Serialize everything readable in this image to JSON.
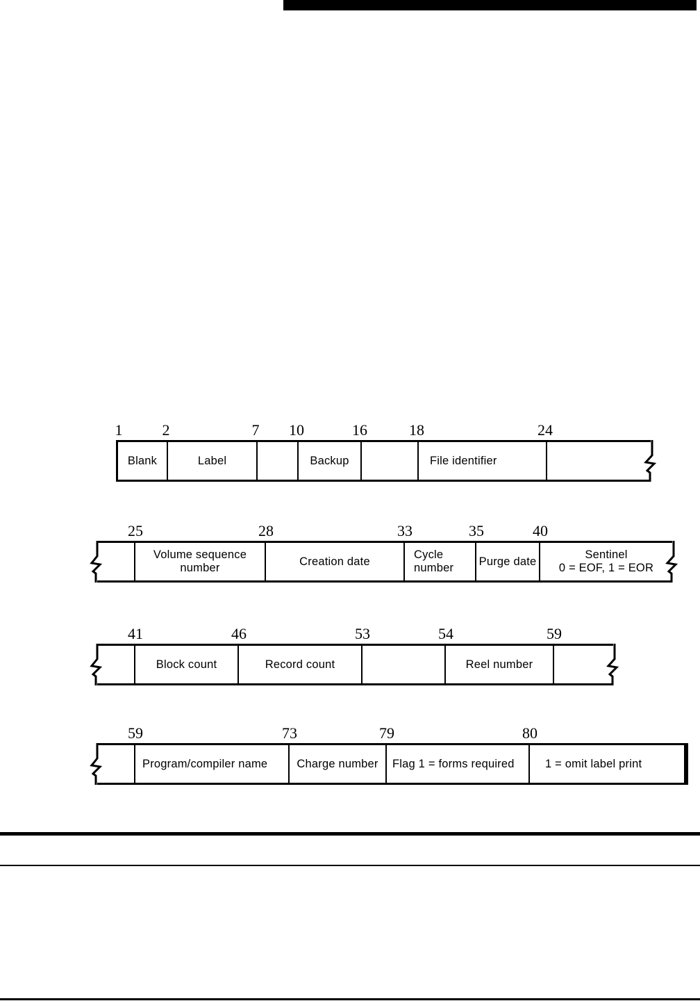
{
  "page": {
    "paper_color": "#ffffff",
    "ink_color": "#000000"
  },
  "diagram": {
    "rows": [
      {
        "id": "bytes-1-24",
        "numbers": [
          "1",
          "2",
          "7",
          "10",
          "16",
          "18",
          "24"
        ],
        "cells": [
          {
            "label": "Blank"
          },
          {
            "label": "Label"
          },
          {
            "label": ""
          },
          {
            "label": "Backup"
          },
          {
            "label": ""
          },
          {
            "label": "File identifier"
          },
          {
            "label": ""
          }
        ]
      },
      {
        "id": "bytes-25-40",
        "numbers": [
          "25",
          "28",
          "33",
          "35",
          "40"
        ],
        "cells": [
          {
            "label": ""
          },
          {
            "label": "Volume sequence number"
          },
          {
            "label": "Creation date"
          },
          {
            "label": "Cycle number"
          },
          {
            "label": "Purge date"
          },
          {
            "label": "Sentinel",
            "label2": "0 = EOF, 1 = EOR"
          }
        ]
      },
      {
        "id": "bytes-41-59",
        "numbers": [
          "41",
          "46",
          "53",
          "54",
          "59"
        ],
        "cells": [
          {
            "label": ""
          },
          {
            "label": "Block count"
          },
          {
            "label": "Record count"
          },
          {
            "label": ""
          },
          {
            "label": "Reel number"
          },
          {
            "label": ""
          }
        ]
      },
      {
        "id": "bytes-59-80",
        "numbers": [
          "59",
          "73",
          "79",
          "80"
        ],
        "cells": [
          {
            "label": ""
          },
          {
            "label": "Program/compiler name"
          },
          {
            "label": "Charge number"
          },
          {
            "label": "Flag 1 = forms required"
          },
          {
            "label": "1 = omit label print"
          }
        ]
      }
    ]
  }
}
